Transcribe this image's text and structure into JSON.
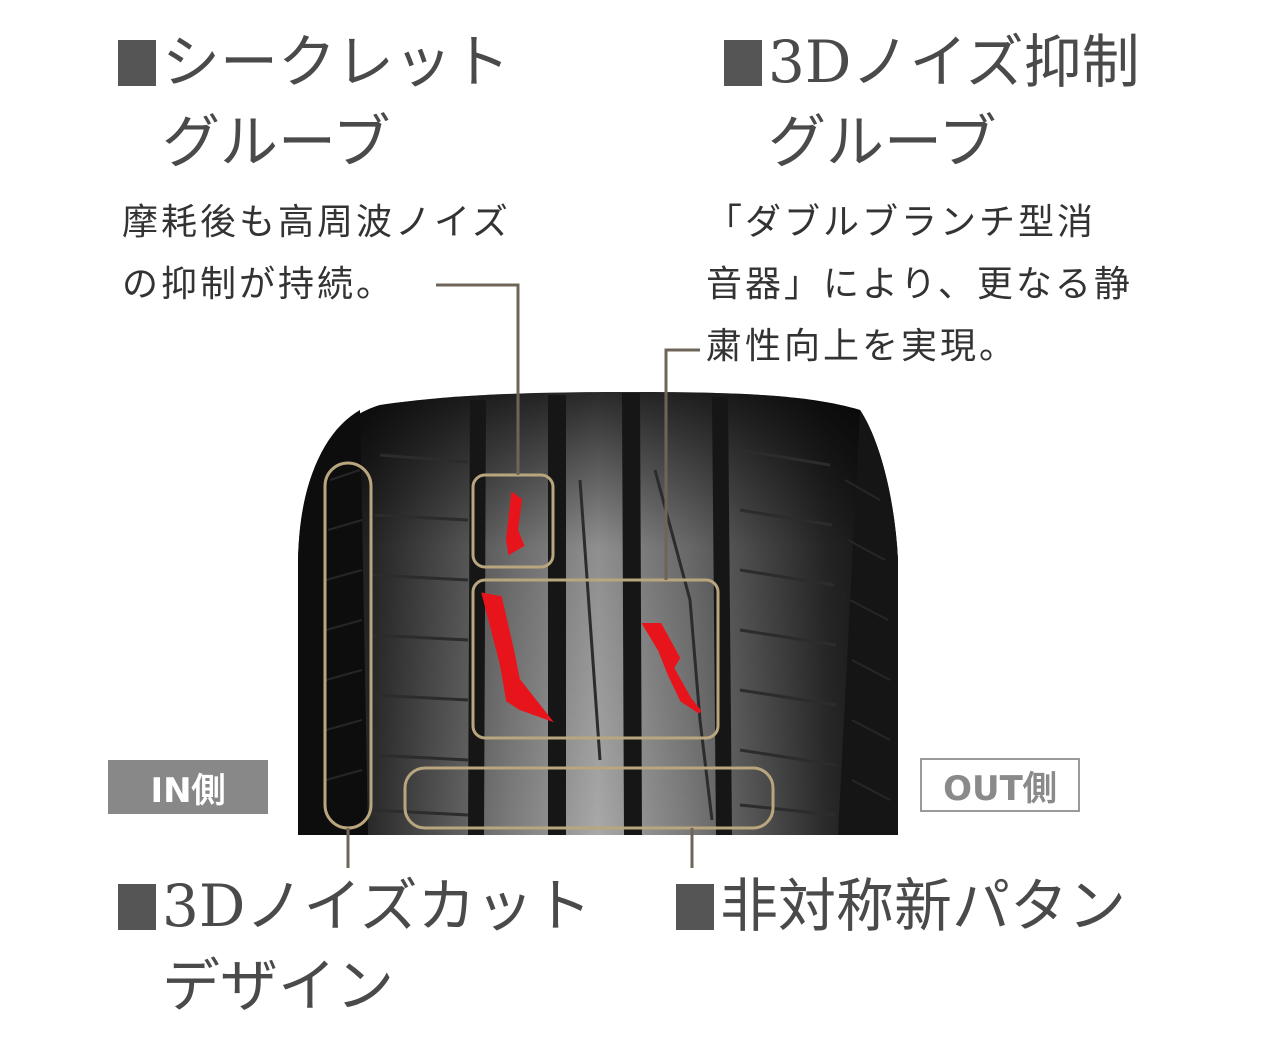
{
  "features": {
    "secret_groove": {
      "title_line1": "シークレット",
      "title_line2": "グルーブ",
      "desc_line1": "摩耗後も高周波ノイズ",
      "desc_line2": "の抑制が持続。"
    },
    "noise_suppression_groove": {
      "title_line1": "3Dノイズ抑制",
      "title_line2": "グルーブ",
      "desc_line1": "「ダブルブランチ型消",
      "desc_line2": "音器」により、更なる静",
      "desc_line3": "粛性向上を実現。"
    },
    "noise_cut_design": {
      "title_line1": "3Dノイズカット",
      "title_line2": "デザイン"
    },
    "asymmetric_pattern": {
      "title_line1": "非対称新パタン"
    }
  },
  "sides": {
    "in_label": "IN側",
    "out_label": "OUT側"
  },
  "colors": {
    "callout_frame": "#b9a57e",
    "groove_highlight": "#e8141c",
    "tire_dark": "#1a1a1a",
    "title_square": "#555555",
    "in_badge": "#888888"
  }
}
